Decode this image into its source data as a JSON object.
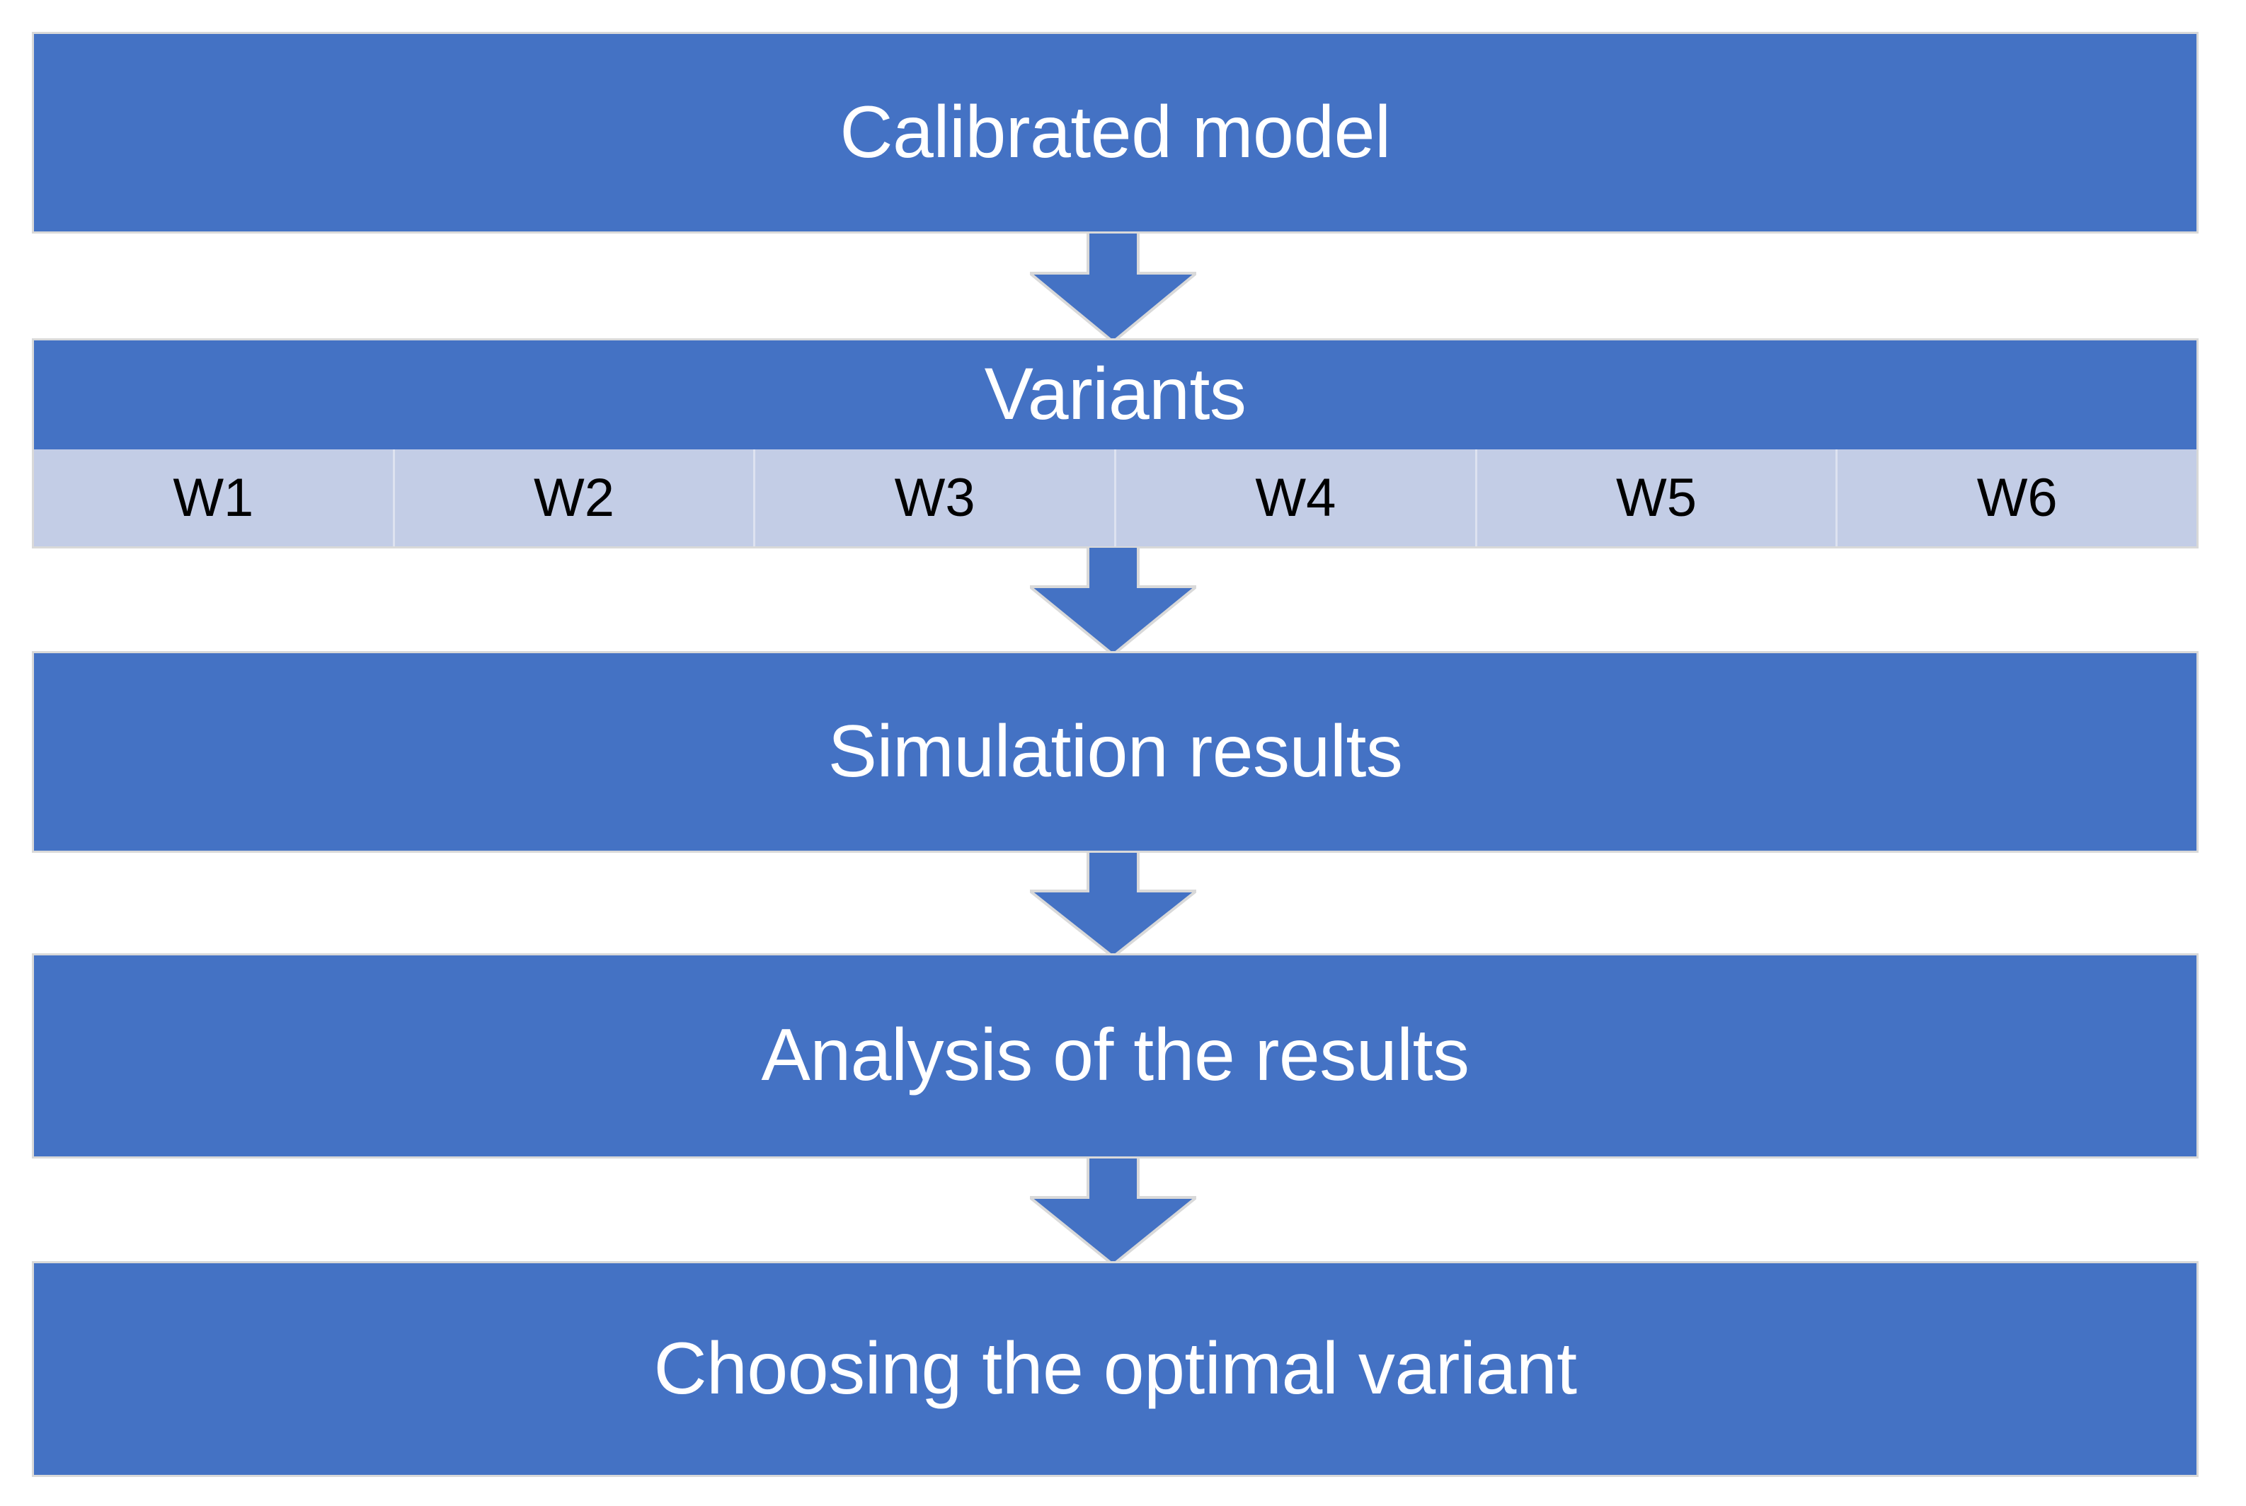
{
  "diagram": {
    "title": "Simulation workflow flowchart",
    "type": "vertical-process-flow",
    "colors": {
      "box_fill": "#4472C4",
      "box_border": "#D9D9D9",
      "box_text": "#FFFFFF",
      "cell_fill": "#C3CDE6",
      "cell_border": "#DDE2F0",
      "cell_text": "#000000",
      "arrow_fill": "#4472C4",
      "arrow_outline": "#D9D9D9",
      "background": "#FFFFFF"
    },
    "steps": [
      {
        "id": "calibrated-model",
        "label": "Calibrated model"
      },
      {
        "id": "variants",
        "label": "Variants"
      },
      {
        "id": "simulation-results",
        "label": "Simulation results"
      },
      {
        "id": "analysis-results",
        "label": "Analysis of the results"
      },
      {
        "id": "optimal-variant",
        "label": "Choosing the optimal variant"
      }
    ],
    "variants": {
      "header_label": "Variants",
      "cells": [
        {
          "label": "W1"
        },
        {
          "label": "W2"
        },
        {
          "label": "W3"
        },
        {
          "label": "W4"
        },
        {
          "label": "W5"
        },
        {
          "label": "W6"
        }
      ]
    },
    "connectors": [
      {
        "id": "arrow-1",
        "from": "calibrated-model",
        "to": "variants",
        "direction": "down"
      },
      {
        "id": "arrow-2",
        "from": "variants",
        "to": "simulation-results",
        "direction": "down"
      },
      {
        "id": "arrow-3",
        "from": "simulation-results",
        "to": "analysis-results",
        "direction": "down"
      },
      {
        "id": "arrow-4",
        "from": "analysis-results",
        "to": "optimal-variant",
        "direction": "down"
      }
    ]
  }
}
